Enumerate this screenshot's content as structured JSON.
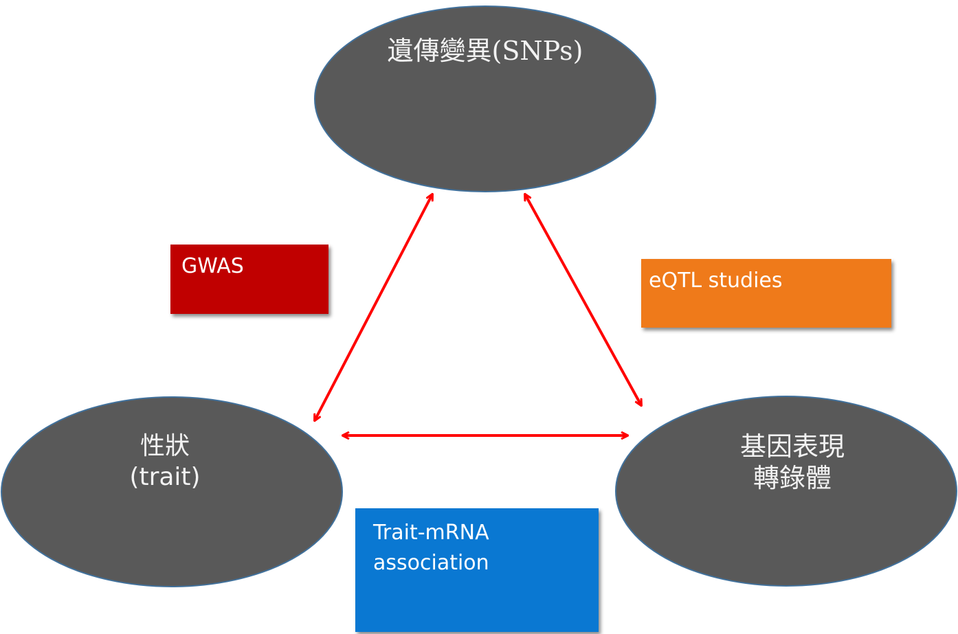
{
  "colors": {
    "ellipse_fill": "#595959",
    "ellipse_stroke": "#41719c",
    "arrow": "#ff0000",
    "node_text": "#f2f2f2",
    "gwas_box": "#c00000",
    "eqtl_box": "#ef7a1a",
    "trait_mrna_box": "#0a78d2"
  },
  "nodes": {
    "snps": {
      "label": "遺傳變異(SNPs)"
    },
    "trait": {
      "line1": "性狀",
      "line2": "(trait)"
    },
    "expression": {
      "line1": "基因表現",
      "line2": "轉錄體"
    }
  },
  "labels": {
    "gwas": {
      "text": "GWAS"
    },
    "eqtl": {
      "text": "eQTL studies"
    },
    "trait_mrna": {
      "line1": "Trait-mRNA",
      "line2": "association"
    }
  },
  "edges": [
    {
      "from": "snps",
      "to": "trait",
      "label": "GWAS",
      "direction": "both"
    },
    {
      "from": "snps",
      "to": "expression",
      "label": "eQTL studies",
      "direction": "both"
    },
    {
      "from": "trait",
      "to": "expression",
      "label": "Trait-mRNA association",
      "direction": "both"
    }
  ]
}
